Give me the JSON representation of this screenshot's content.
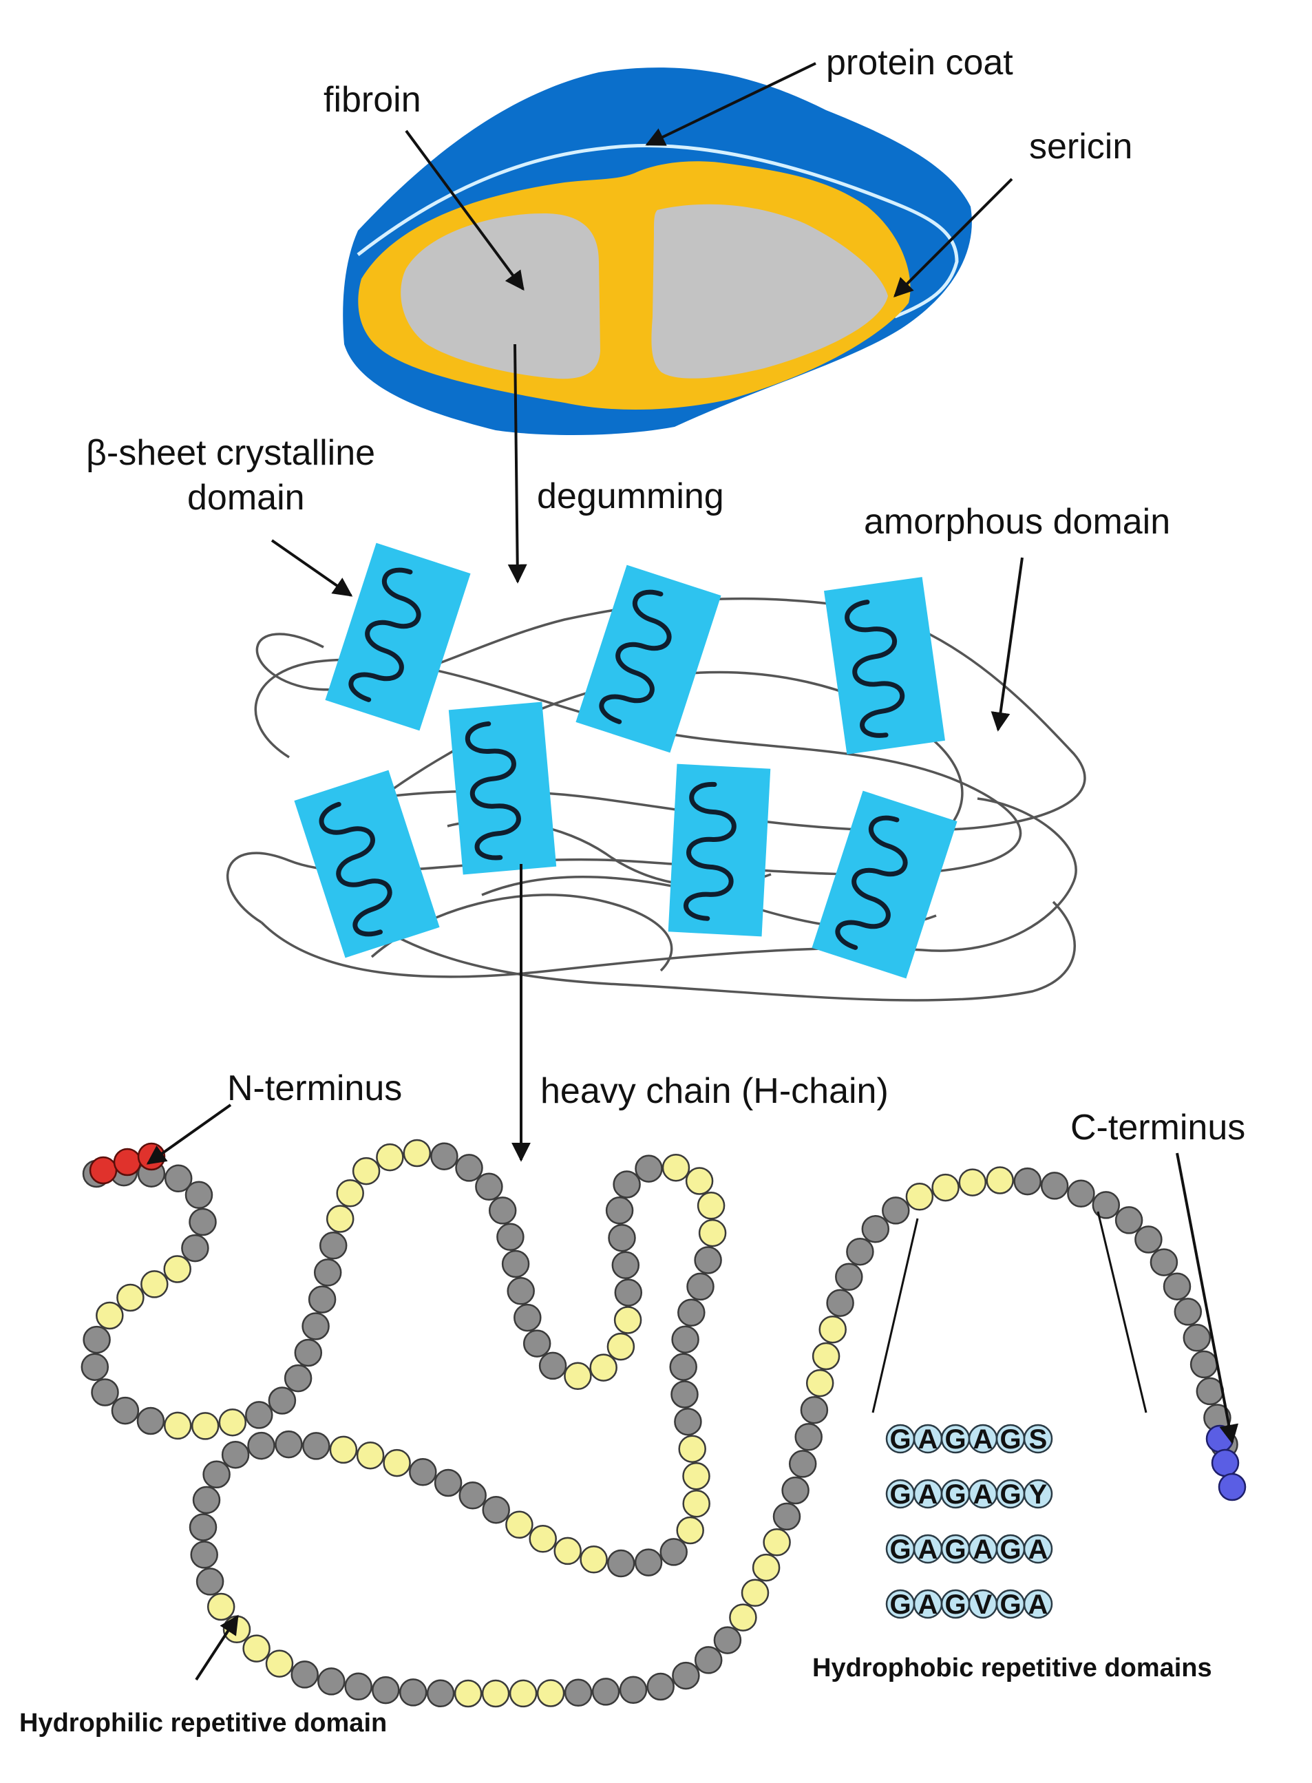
{
  "labels": {
    "protein_coat": "protein coat",
    "fibroin": "fibroin",
    "sericin": "sericin",
    "beta_sheet_line1": "β-sheet crystalline",
    "beta_sheet_line2": "domain",
    "degumming": "degumming",
    "amorphous_domain": "amorphous domain",
    "n_terminus": "N-terminus",
    "heavy_chain": "heavy chain (H-chain)",
    "c_terminus": "C-terminus",
    "hydrophobic_caption": "Hydrophobic repetitive domains",
    "hydrophilic_caption": "Hydrophilic repetitive domain"
  },
  "sequences": [
    [
      "G",
      "A",
      "G",
      "A",
      "G",
      "S"
    ],
    [
      "G",
      "A",
      "G",
      "A",
      "G",
      "Y"
    ],
    [
      "G",
      "A",
      "G",
      "A",
      "G",
      "A"
    ],
    [
      "G",
      "A",
      "G",
      "V",
      "G",
      "A"
    ]
  ],
  "colors": {
    "protein_coat": "#0b6fcb",
    "sericin": "#f7bd16",
    "fibroin": "#c3c3c3",
    "crystal_block": "#2ec3ef",
    "residue_gray": "#8d8d8d",
    "residue_yellow": "#f6f29a",
    "n_terminus": "#e0322c",
    "c_terminus": "#5a5ee4",
    "sequence_circle": "#bfe4f2"
  }
}
